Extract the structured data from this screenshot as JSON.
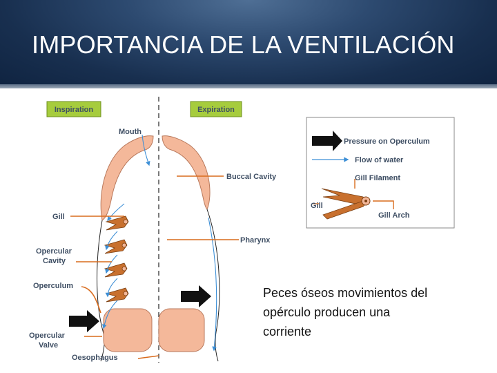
{
  "slide": {
    "title": "IMPORTANCIA DE LA VENTILACIÓN",
    "caption_lines": [
      "Peces óseos movimientos del",
      "opérculo producen una",
      "corriente"
    ]
  },
  "diagram": {
    "phase_labels": {
      "inspiration": "Inspiration",
      "expiration": "Expiration"
    },
    "labels": {
      "mouth": "Mouth",
      "buccal_cavity": "Buccal Cavity",
      "gill": "Gill",
      "pharynx": "Pharynx",
      "opercular_cavity_line1": "Opercular",
      "opercular_cavity_line2": "Cavity",
      "operculum": "Operculum",
      "opercular_valve_line1": "Opercular",
      "opercular_valve_line2": "Valve",
      "oesophagus": "Oesophagus"
    },
    "legend": {
      "pressure": "Pressure on Operculum",
      "flow": "Flow of water",
      "filament": "Gill Filament",
      "gill": "Gill",
      "arch": "Gill Arch"
    },
    "colors": {
      "tissue": "#f4b89a",
      "tissue_stroke": "#b9795c",
      "gill_fill": "#c8702e",
      "leader_line": "#d96b1c",
      "flow_arrow": "#3d8fd6",
      "label_box": "#a6cc3d",
      "label_text": "#3f4f64"
    }
  }
}
